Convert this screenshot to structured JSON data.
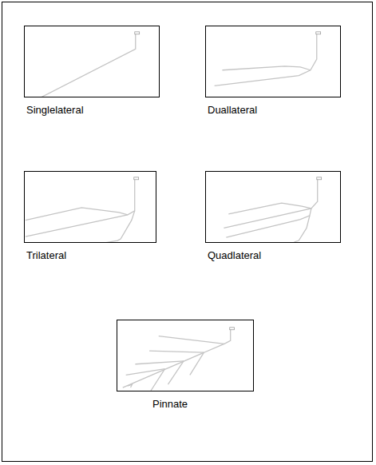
{
  "diagram": {
    "nodes": [
      {
        "text": [
          "Singlelateral"
        ]
      },
      {
        "text": [
          "Duallateral"
        ]
      },
      {
        "text": [
          "Trilateral"
        ]
      },
      {
        "text": [
          "Quadlateral"
        ]
      },
      {
        "text": [
          "Pinnate"
        ]
      }
    ]
  }
}
